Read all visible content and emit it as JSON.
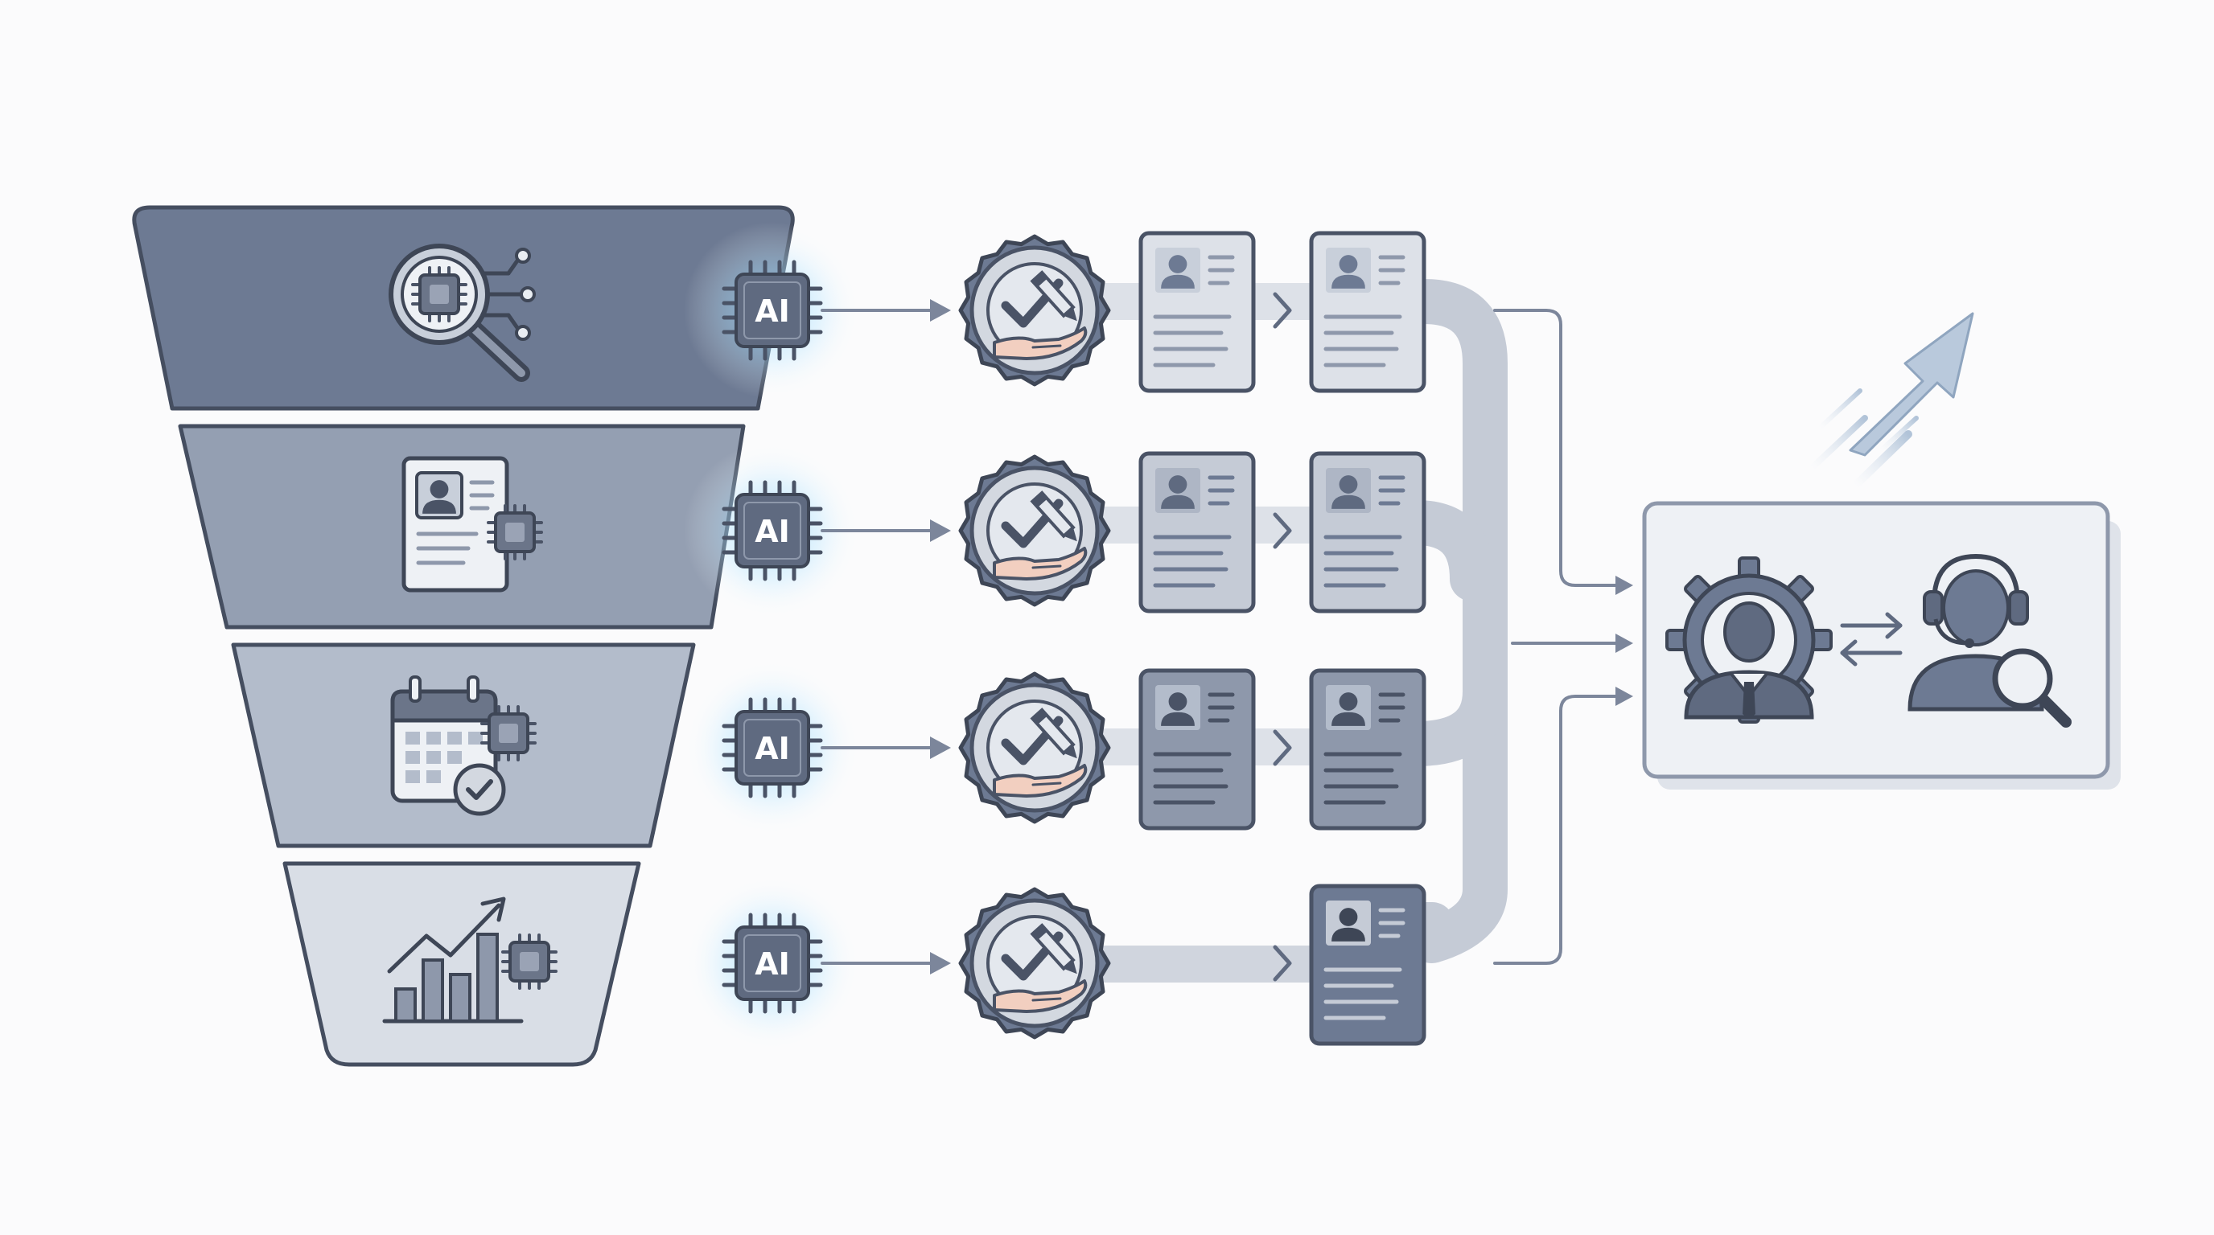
{
  "colors": {
    "background": "#fbfbfc",
    "funnel_tier_1": "#6d7a93",
    "funnel_tier_2": "#949fb2",
    "funnel_tier_3": "#b3bccb",
    "funnel_tier_4": "#d9dee6",
    "outline": "#4a5366",
    "connector": "#c5cbd6",
    "arrow": "#7c869b",
    "ai_glow": "#8fd6ff",
    "accent_arrow": "#b9c9dc",
    "hand": "#f2cfc0"
  },
  "chip_label": "AI",
  "funnel_stages": [
    {
      "icon": "magnifier-chip-icon"
    },
    {
      "icon": "resume-chip-icon"
    },
    {
      "icon": "calendar-check-chip-icon"
    },
    {
      "icon": "growth-chart-chip-icon"
    }
  ],
  "rows": [
    {
      "cards": [
        "resume-card-light",
        "resume-card-light"
      ]
    },
    {
      "cards": [
        "resume-card-medium",
        "resume-card-medium"
      ]
    },
    {
      "cards": [
        "resume-card-dark",
        "resume-card-dark"
      ]
    },
    {
      "cards": [
        "resume-card-darkest"
      ]
    }
  ],
  "result_panel": {
    "icons": [
      "recruiter-gear-icon",
      "swap-arrows-icon",
      "candidate-headset-search-icon"
    ]
  },
  "growth_icon": "upward-arrow-icon"
}
